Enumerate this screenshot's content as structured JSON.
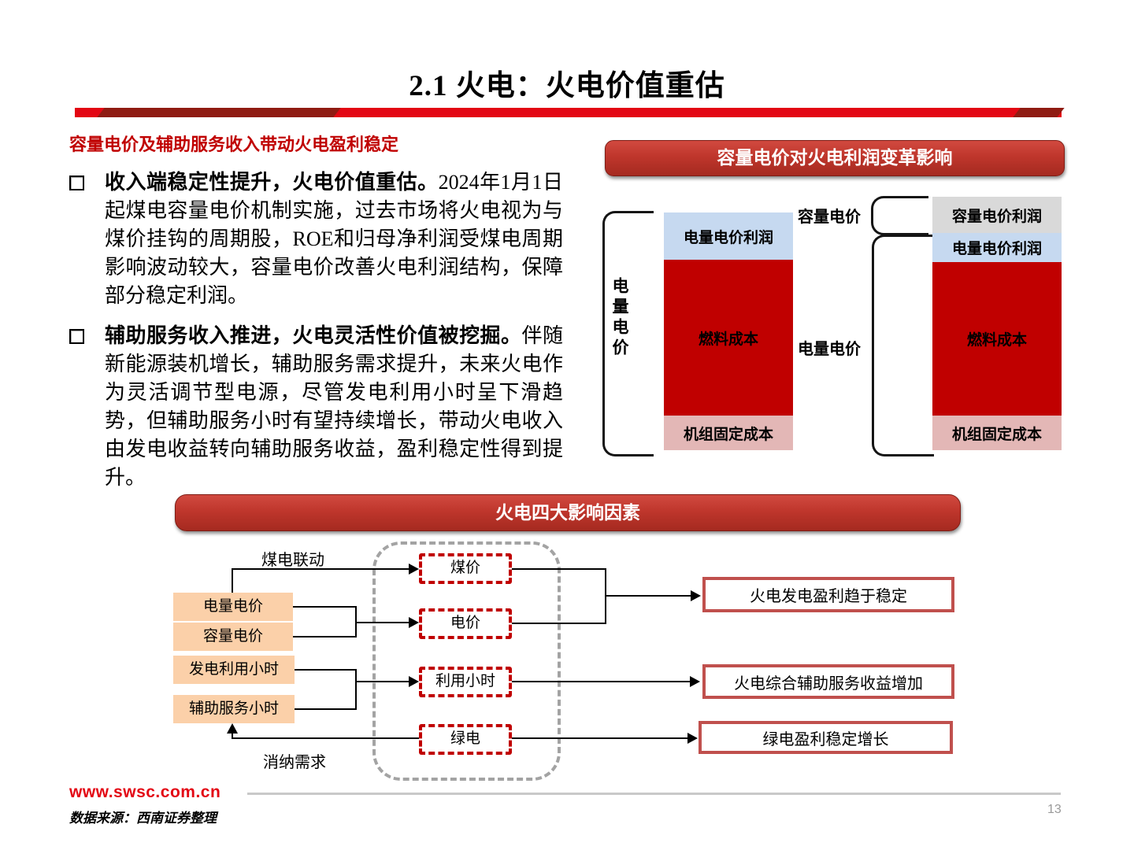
{
  "page": {
    "title": "2.1 火电：火电价值重估",
    "page_number": "13",
    "footer": {
      "website": "www.swsc.com.cn",
      "source": "数据来源：西南证券整理"
    }
  },
  "intro": {
    "headline": "容量电价及辅助服务收入带动火电盈利稳定",
    "bullets": [
      {
        "lead": "收入端稳定性提升，火电价值重估。",
        "body": "2024年1月1日起煤电容量电价机制实施，过去市场将火电视为与煤价挂钩的周期股，ROE和归母净利润受煤电周期影响波动较大，容量电价改善火电利润结构，保障部分稳定利润。"
      },
      {
        "lead": "辅助服务收入推进，火电灵活性价值被挖掘。",
        "body": "伴随新能源装机增长，辅助服务需求提升，未来火电作为灵活调节型电源，尽管发电利用小时呈下滑趋势，但辅助服务小时有望持续增长，带动火电收入由发电收益转向辅助服务收益，盈利稳定性得到提升。"
      }
    ]
  },
  "profit_chart": {
    "title": "容量电价对火电利润变革影响",
    "left_bracket_label": "电量电价",
    "capacity_price_label": "容量电价",
    "energy_price_label": "电量电价",
    "left_bar": {
      "segments": [
        {
          "label": "电量电价利润",
          "color": "#c6d9f0"
        },
        {
          "label": "燃料成本",
          "color": "#c00000"
        },
        {
          "label": "机组固定成本",
          "color": "#e3b7b6"
        }
      ]
    },
    "right_bar": {
      "segments": [
        {
          "label": "容量电价利润",
          "color": "#d9d9d9"
        },
        {
          "label": "电量电价利润",
          "color": "#c6d9f0"
        },
        {
          "label": "燃料成本",
          "color": "#c00000"
        },
        {
          "label": "机组固定成本",
          "color": "#e3b7b6"
        }
      ]
    }
  },
  "factors_diagram": {
    "title": "火电四大影响因素",
    "inputs": [
      "电量电价",
      "容量电价",
      "发电利用小时",
      "辅助服务小时"
    ],
    "factors": [
      "煤价",
      "电价",
      "利用小时",
      "绿电"
    ],
    "outcomes": [
      "火电发电盈利趋于稳定",
      "火电综合辅助服务收益增加",
      "绿电盈利稳定增长"
    ],
    "edge_labels": {
      "coal_link": "煤电联动",
      "consumption_demand": "消纳需求"
    }
  },
  "colors": {
    "accent_red": "#e30613",
    "divider_dark_red": "#8f1b12",
    "banner_red": "#bf362c",
    "headline_red": "#c00000",
    "bar_red": "#c00000",
    "bar_blue": "#c6d9f0",
    "bar_gray": "#d9d9d9",
    "bar_pink": "#e3b7b6",
    "input_orange": "#fbd0a9",
    "outcome_border_red": "#c0504d"
  }
}
